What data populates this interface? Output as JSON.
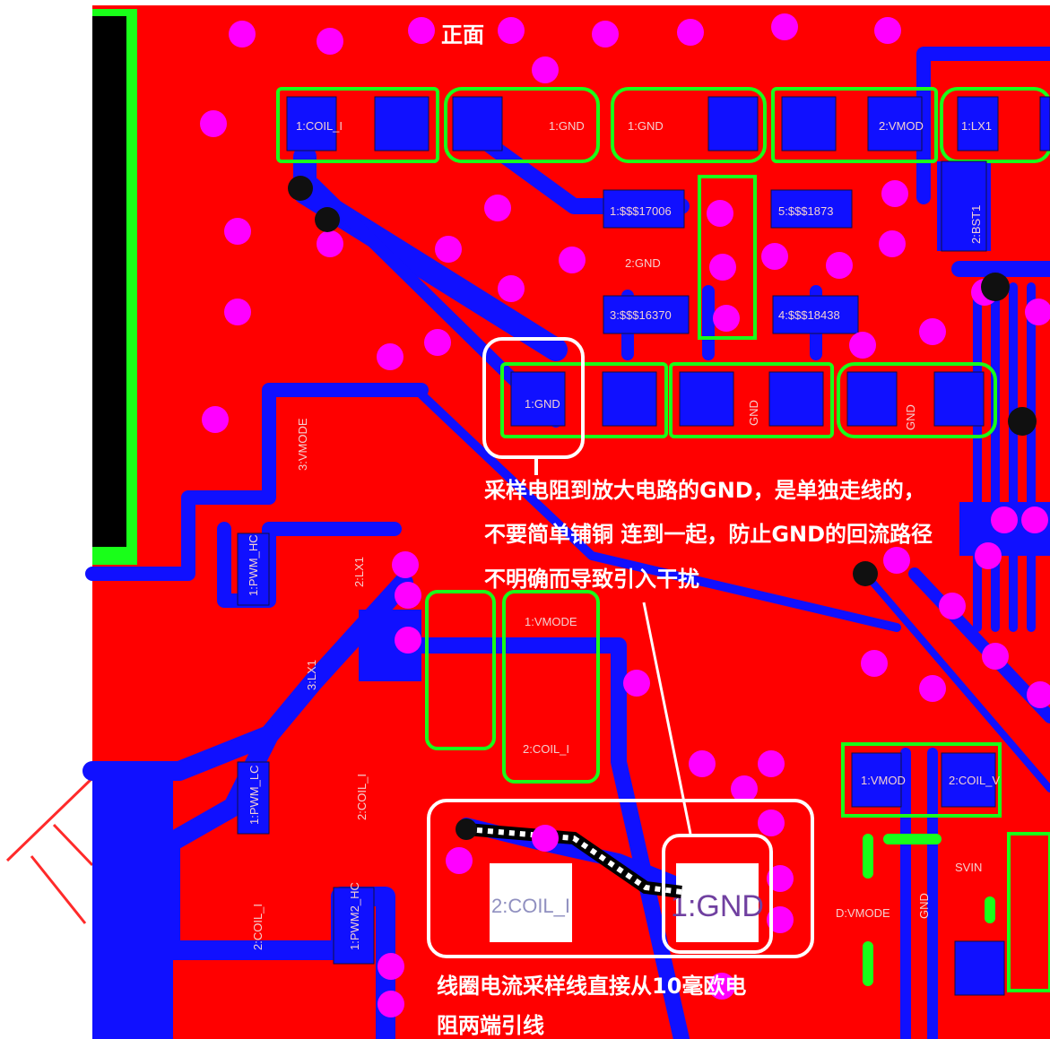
{
  "view_title": "正面",
  "annotation_gnd": {
    "line1": "采样电阻到放大电路的GND，是单独走线的，",
    "line2": "不要简单铺铜 连到一起，防止GND的回流路径",
    "line3": "不明确而导致引入干扰"
  },
  "annotation_coil": {
    "line1": "线圈电流采样线直接从10毫欧电",
    "line2": "阻两端引线"
  },
  "callout_pads": {
    "left": "2:COIL_I",
    "right": "1:GND"
  },
  "silk_labels": {
    "top_row": [
      "1:COIL_I",
      "1:GND",
      "1:GND",
      "2:VMOD",
      "1:LX1"
    ],
    "mid_labels": [
      "1:$$$17006",
      "5:$$$1873",
      "2:GND",
      "3:$$$16370",
      "4:$$$18438",
      "1:GND",
      "GND",
      "GND"
    ],
    "left_labels": [
      "3:VMODE",
      "1:PWM_HC",
      "2:LX1",
      "3:LX1",
      "1:PWM_LC",
      "2:COIL_I",
      "2:COIL_I",
      "1:PWM2_HC"
    ],
    "center_labels": [
      "1:VMODE",
      "2:COIL_I"
    ],
    "right_labels": [
      "1:VMOD",
      "2:COIL_V",
      "D:VMODE",
      "GND",
      "SVIN",
      "2:BST1"
    ]
  },
  "colors": {
    "copper_top": "#ff0000",
    "copper_bottom": "#1010ff",
    "outline": "#19ff19",
    "via": "#ff00ff",
    "annotation": "#ffffff",
    "watermark": "#ff0000"
  }
}
